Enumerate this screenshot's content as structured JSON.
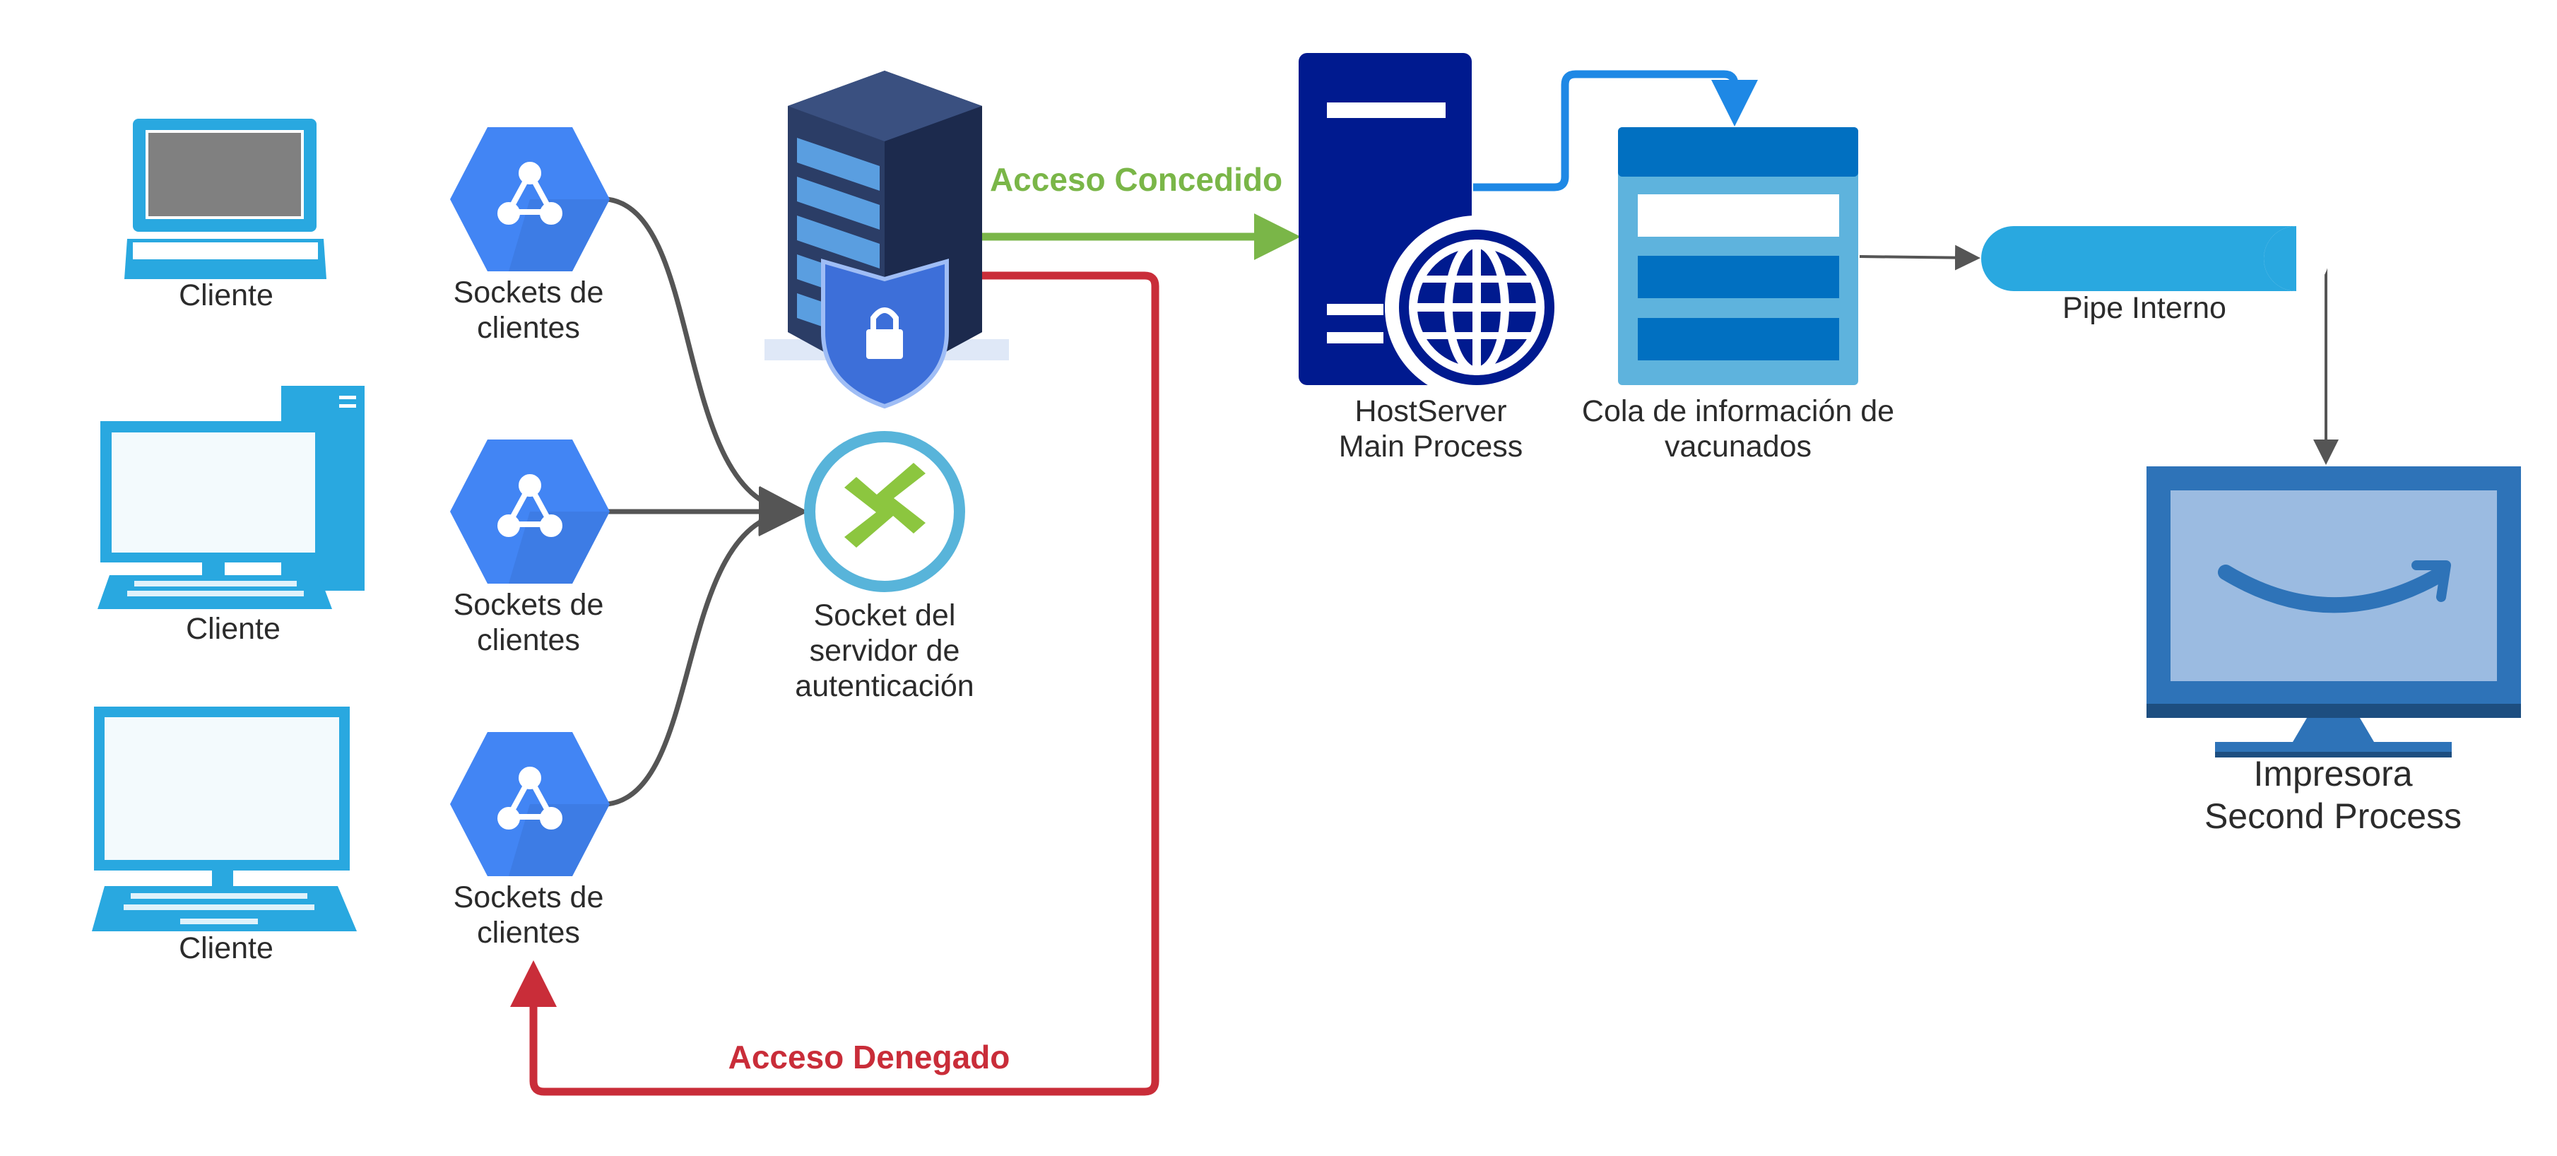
{
  "diagram": {
    "clients": [
      {
        "label": "Cliente"
      },
      {
        "label": "Cliente"
      },
      {
        "label": "Cliente"
      }
    ],
    "sockets": [
      {
        "label_line1": "Sockets de",
        "label_line2": "clientes"
      },
      {
        "label_line1": "Sockets de",
        "label_line2": "clientes"
      },
      {
        "label_line1": "Sockets de",
        "label_line2": "clientes"
      }
    ],
    "auth_socket": {
      "line1": "Socket del",
      "line2": "servidor de",
      "line3": "autenticación"
    },
    "edges": {
      "granted": "Acceso Concedido",
      "denied": "Acceso Denegado"
    },
    "host_server": {
      "line1": "HostServer",
      "line2": "Main Process"
    },
    "queue": {
      "line1": "Cola de información de",
      "line2": "vacunados"
    },
    "pipe": {
      "label": "Pipe Interno"
    },
    "printer": {
      "line1": "Impresora",
      "line2": "Second Process"
    },
    "icons": {
      "clients": [
        "laptop-icon",
        "desktop-computer-icon",
        "monitor-computer-icon"
      ],
      "sockets": "hexagon-network-icon",
      "auth_server": "secure-server-rack-icon",
      "auth_socket": "connection-socket-icon",
      "host_server": "web-server-globe-icon",
      "queue": "queue-storage-icon",
      "pipe": "pipe-cylinder-icon",
      "printer": "monitor-smile-logo-icon"
    },
    "colors": {
      "client_icon": "#29a8e0",
      "socket_hex": "#4285f4",
      "connector": "#555555",
      "granted": "#7ab648",
      "denied": "#c92d39",
      "host_server": "#001a8f",
      "queue_frame": "#5eb3dd",
      "queue_dark": "#0170c1",
      "pipe": "#29a8e0",
      "printer_frame": "#2e73b8",
      "printer_screen": "#9bbbe1",
      "blue_link": "#1e88e5"
    }
  }
}
